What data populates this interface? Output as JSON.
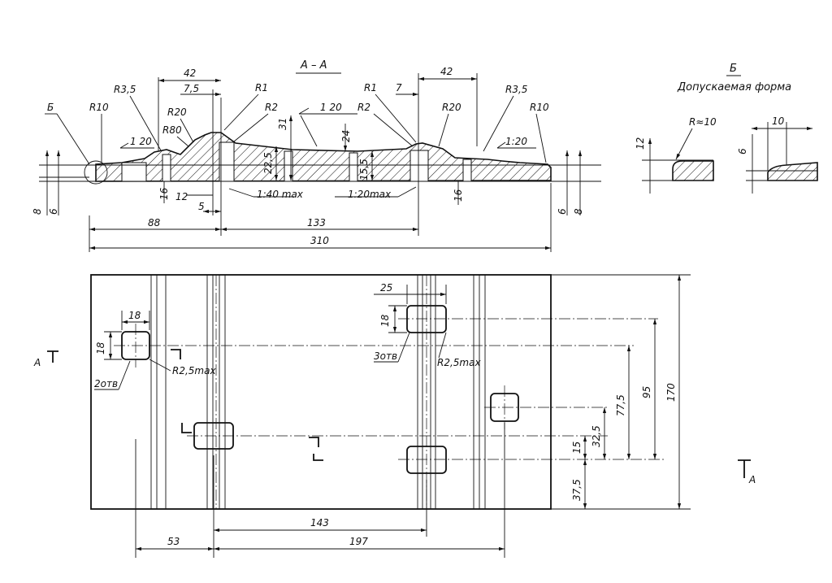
{
  "section": {
    "title": "А – А",
    "views": {
      "b_marker": "Б",
      "b_title": "Б",
      "b_subtitle": "Допускаемая форма"
    },
    "labels": {
      "w42_left": "42",
      "w42_right": "42",
      "r3_5_left": "R3,5",
      "r3_5_right": "R3,5",
      "r10_left": "R10",
      "r10_right": "R10",
      "v7_5": "7,5",
      "v7": "7",
      "r1_left": "R1",
      "r1_right": "R1",
      "r2_left": "R2",
      "r2_right": "R2",
      "r20_left": "R20",
      "r20_right": "R20",
      "r80": "R80",
      "slope_1_20_left": "1 20",
      "slope_1_20_top": "1 20",
      "slope_1_20_right": "1:20",
      "h31": "31",
      "h24": "24",
      "h22_5": "22,5",
      "h15_5": "15,5",
      "t16_left": "16",
      "t16_right": "16",
      "t12": "12",
      "t5": "5",
      "taper_1_40": "1:40 max",
      "taper_1_20": "1:20max",
      "t8_left": "8",
      "t6_left": "6",
      "t6_right": "6",
      "t8_right": "8",
      "l88": "88",
      "l133": "133",
      "l310": "310",
      "b_r10": "R≈10",
      "b_h12": "12",
      "b_w10": "10",
      "b_h6": "6"
    }
  },
  "plan": {
    "section_mark_left": "А",
    "section_mark_right": "А",
    "labels": {
      "w18_left": "18",
      "h18_left": "18",
      "holes_2": "2отв",
      "r2_5_left": "R2,5max",
      "w25": "25",
      "h18_right": "18",
      "holes_3": "3отв",
      "r2_5_right": "R2,5max",
      "d170": "170",
      "d95": "95",
      "d77_5": "77,5",
      "d32_5": "32,5",
      "d15": "15",
      "d37_5": "37,5",
      "d53": "53",
      "d143": "143",
      "d197": "197"
    }
  }
}
